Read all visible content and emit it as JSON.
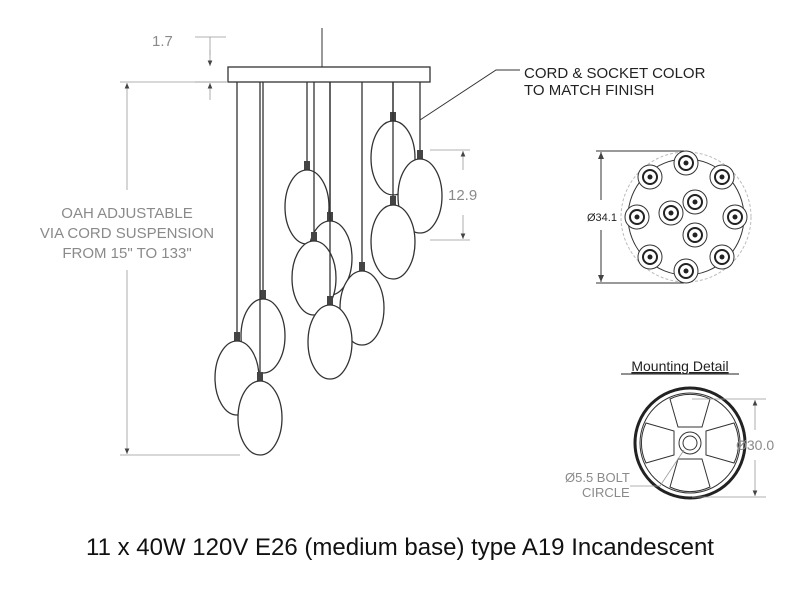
{
  "dimensions": {
    "canopy_height": "1.7",
    "pendant_height": "12.9",
    "oah_lines": [
      "OAH ADJUSTABLE",
      "VIA CORD SUSPENSION",
      "FROM 15\" TO 133\""
    ],
    "top_view_diameter": "Ø34.1",
    "mount_diameter": "Ø30.0",
    "bolt_circle_lines": [
      "Ø5.5 BOLT",
      "CIRCLE"
    ]
  },
  "note_lines": [
    "CORD & SOCKET COLOR",
    "TO MATCH FINISH"
  ],
  "mounting_title": "Mounting Detail",
  "caption": "11 x 40W 120V E26 (medium base) type A19 Incandescent",
  "pendant_count": 11
}
